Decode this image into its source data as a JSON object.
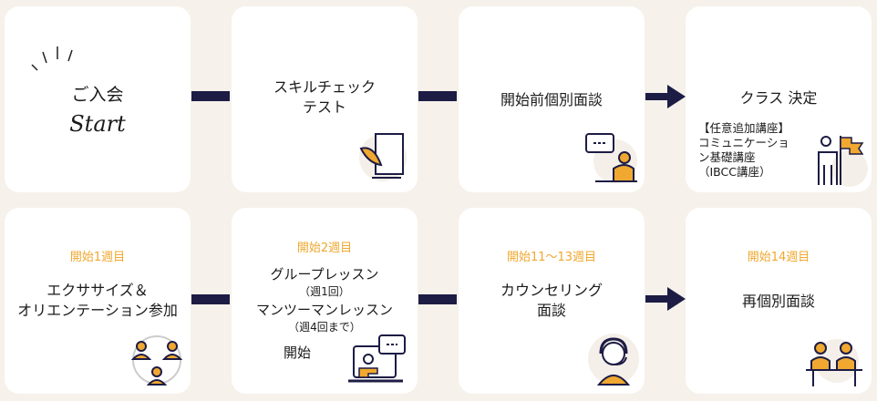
{
  "colors": {
    "accent": "#f0a830",
    "navy": "#1c1c45",
    "background": "#f6f1ea"
  },
  "steps": [
    {
      "title": "ご入会",
      "subtitle": "Start"
    },
    {
      "title_lines": [
        "スキルチェック",
        "テスト"
      ]
    },
    {
      "title": "開始前個別面談"
    },
    {
      "title": "クラス 決定",
      "note_lines": [
        "【任意追加講座】",
        "コミュニケーショ",
        "ン基礎講座",
        "（IBCC講座）"
      ]
    },
    {
      "week": "開始1週目",
      "title_lines": [
        "エクササイズ＆",
        "オリエンテーション参加"
      ]
    },
    {
      "week": "開始2週目",
      "lines": [
        "グループレッスン",
        "（週1回）",
        "マンツーマンレッスン",
        "（週4回まで）",
        "開始"
      ]
    },
    {
      "week": "開始11〜13週目",
      "title_lines": [
        "カウンセリング",
        "面談"
      ]
    },
    {
      "week": "開始14週目",
      "title": "再個別面談"
    }
  ]
}
